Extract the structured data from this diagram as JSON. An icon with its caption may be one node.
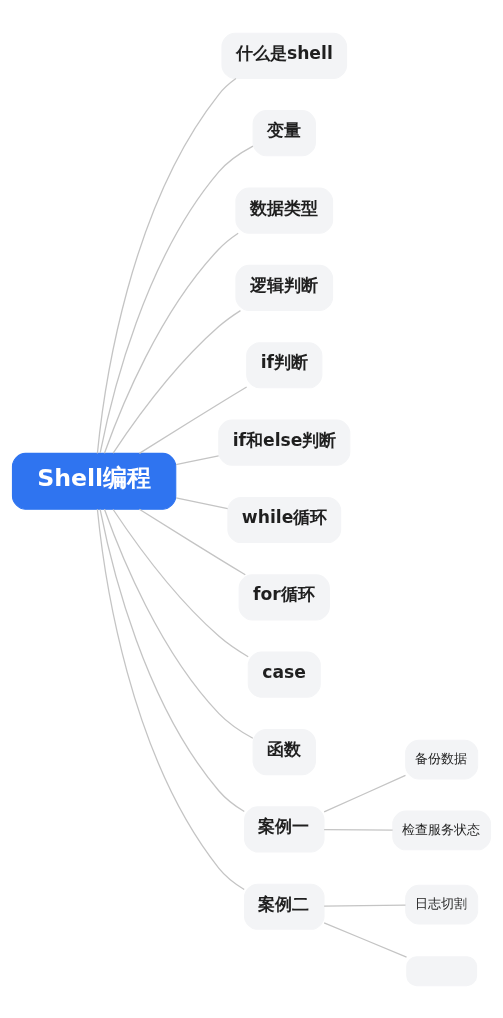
{
  "diagram": {
    "nodes": [
      {
        "text": [
          "Shell编程"
        ]
      },
      {
        "text": [
          "什么是shell"
        ]
      },
      {
        "text": [
          "变量"
        ]
      },
      {
        "text": [
          "数据类型"
        ]
      },
      {
        "text": [
          "逻辑判断"
        ]
      },
      {
        "text": [
          "if判断"
        ]
      },
      {
        "text": [
          "if和else判断"
        ]
      },
      {
        "text": [
          "while循环"
        ]
      },
      {
        "text": [
          "for循环"
        ]
      },
      {
        "text": [
          "case"
        ]
      },
      {
        "text": [
          "函数"
        ]
      },
      {
        "text": [
          "案例一"
        ]
      },
      {
        "text": [
          "备份数据"
        ]
      },
      {
        "text": [
          "检查服务状态"
        ]
      },
      {
        "text": [
          "案例二"
        ]
      },
      {
        "text": [
          "日志切割"
        ]
      },
      {
        "text": [],
        "shape": "box"
      }
    ],
    "edges": [
      {
        "from": 0,
        "to": 1,
        "arrow": "none"
      },
      {
        "from": 0,
        "to": 2,
        "arrow": "none"
      },
      {
        "from": 0,
        "to": 3,
        "arrow": "none"
      },
      {
        "from": 0,
        "to": 4,
        "arrow": "none"
      },
      {
        "from": 0,
        "to": 5,
        "arrow": "none"
      },
      {
        "from": 0,
        "to": 6,
        "arrow": "none"
      },
      {
        "from": 0,
        "to": 7,
        "arrow": "none"
      },
      {
        "from": 0,
        "to": 8,
        "arrow": "none"
      },
      {
        "from": 0,
        "to": 9,
        "arrow": "none"
      },
      {
        "from": 0,
        "to": 10,
        "arrow": "none"
      },
      {
        "from": 0,
        "to": 11,
        "arrow": "none"
      },
      {
        "from": 11,
        "to": 12,
        "arrow": "none"
      },
      {
        "from": 11,
        "to": 13,
        "arrow": "none"
      },
      {
        "from": 0,
        "to": 14,
        "arrow": "none"
      },
      {
        "from": 14,
        "to": 15,
        "arrow": "none"
      },
      {
        "from": 14,
        "to": 16,
        "arrow": "none"
      }
    ]
  }
}
